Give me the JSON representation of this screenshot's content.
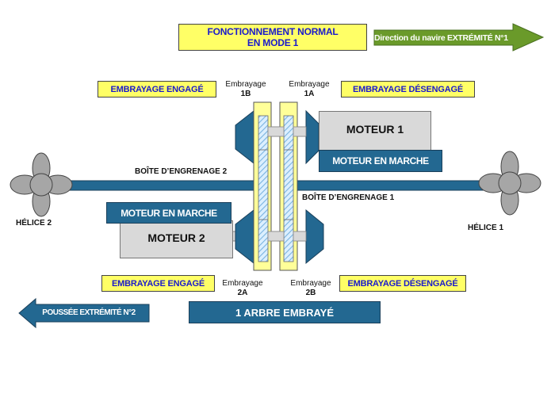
{
  "title": {
    "line1": "FONCTIONNEMENT NORMAL",
    "line2": "EN MODE 1"
  },
  "direction_arrow": {
    "label": "Direction du navire EXTRÉMITÉ N°1",
    "color": "#6a9a2a"
  },
  "thrust_arrow": {
    "label": "POUSSÉE EXTRÉMITÉ N°2",
    "color": "#236891"
  },
  "clutch_status": {
    "top_left": "EMBRAYAGE  ENGAGÉ",
    "top_right": "EMBRAYAGE  DÉSENGAGÉ",
    "bottom_left": "EMBRAYAGE ENGAGÉ",
    "bottom_right": "EMBRAYAGE DÉSENGAGÉ"
  },
  "clutches": {
    "c1b": {
      "name": "Embrayage",
      "id": "1B"
    },
    "c1a": {
      "name": "Embrayage",
      "id": "1A"
    },
    "c2a": {
      "name": "Embrayage",
      "id": "2A"
    },
    "c2b": {
      "name": "Embrayage",
      "id": "2B"
    }
  },
  "engines": {
    "engine1": {
      "label": "MOTEUR  1",
      "status": "MOTEUR EN MARCHE"
    },
    "engine2": {
      "label": "MOTEUR  2",
      "status": "MOTEUR EN MARCHE"
    }
  },
  "gearboxes": {
    "gb2": "BOÎTE D’ENGRENAGE 2",
    "gb1": "BOÎTE D’ENGRENAGE 1"
  },
  "propellers": {
    "p2": "HÉLICE 2",
    "p1": "HÉLICE 1"
  },
  "shaft_status": "1 ARBRE EMBRAYÉ",
  "colors": {
    "steel_blue": "#236891",
    "yellow": "#ffff66",
    "pale_yellow": "#ffff99",
    "gray": "#d9d9d9",
    "propeller": "#a6a6a6",
    "green": "#6a9a2a"
  }
}
